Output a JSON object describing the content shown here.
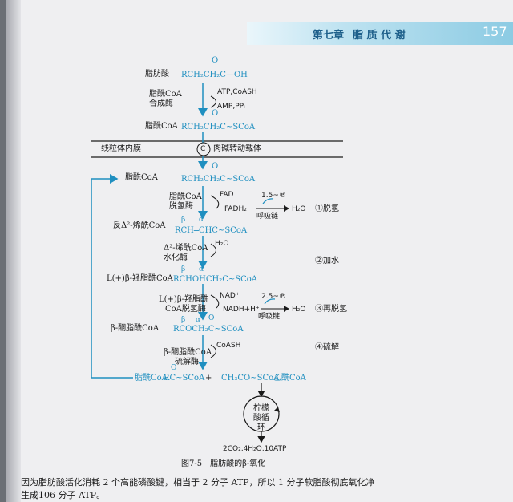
{
  "header": {
    "chapter": "第七章",
    "chapter_title": "脂 质 代 谢",
    "page_number": "157"
  },
  "labels": {
    "fatty_acid": "脂肪酸",
    "acyl_coa_synthetase": "脂酰CoA合成酶",
    "cofactors_in": "ATP,CoASH",
    "cofactors_out": "AMP,PPᵢ",
    "acyl_coa": "脂酰CoA",
    "mito_membrane": "线粒体内膜",
    "carnitine": "C",
    "carnitine_carrier": "肉碱转动载体",
    "acyl_coa_dehydrogenase": "脂酰CoA脱氢酶",
    "fad": "FAD",
    "fadh2": "FADH₂",
    "atp_1_5": "1.5~℗",
    "resp_chain_1": "呼吸链",
    "h2o_1": "H₂O",
    "step1": "①脱氢",
    "trans_enoyl": "反Δ²-烯酰CoA",
    "enoyl_hydratase": "Δ²-烯酰CoA水化酶",
    "water": "H₂O",
    "step2": "②加水",
    "hydroxyacyl": "L(+)β-羟脂酰CoA",
    "hydroxyacyl_dh": "L(+)β-羟脂酰CoA脱氢酶",
    "nad": "NAD⁺",
    "nadh": "NADH+H⁺",
    "atp_2_5": "2.5~℗",
    "resp_chain_2": "呼吸链",
    "h2o_2": "H₂O",
    "step3": "③再脱氢",
    "ketoacyl": "β-酮脂酰CoA",
    "coash": "CoASH",
    "step4": "④硫解",
    "thiolase": "β-酮脂酰CoA硫解酶",
    "plus": "+",
    "acetyl_coa": "乙酰CoA",
    "tca": "柠檬酸循环",
    "final_products": "2CO₂,4H₂O,10ATP",
    "figure_caption": "图7-5　脂肪酸的β-氧化"
  },
  "formulas": {
    "f1": "RCH₂CH₂C—OH",
    "f2": "RCH₂CH₂C~SCoA",
    "f3": "RCH₂CH₂C~SCoA",
    "f4": "RCH═CHC~SCoA",
    "f5": "RCHOHCH₂C~SCoA",
    "f6": "RCOCH₂C~SCoA",
    "f7": "RC~SCoA",
    "f8": "CH₃CO~SCoA",
    "carbonyl_o": "O",
    "beta": "β",
    "alpha": "α"
  },
  "body_text": {
    "line1": "因为脂肪酸活化消耗 2 个高能磷酸键，相当于 2 分子 ATP，所以 1 分子软脂酸彻底氧化净",
    "line2": "生成106 分子 ATP。"
  }
}
